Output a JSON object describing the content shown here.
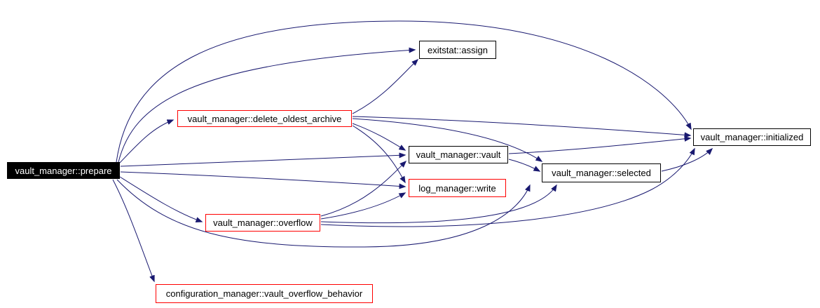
{
  "diagram": {
    "type": "doxygen-call-graph",
    "background_color": "#ffffff",
    "edge_color": "#191970",
    "node_border_color": "#000000",
    "truncated_node_border_color": "#ff0000",
    "root_node_fill": "#000000",
    "root_node_text_color": "#ffffff"
  },
  "nodes": [
    {
      "id": "prepare",
      "label": "vault_manager::prepare",
      "style": "root"
    },
    {
      "id": "assign",
      "label": "exitstat::assign",
      "style": "normal"
    },
    {
      "id": "delete_oldest_archive",
      "label": "vault_manager::delete_oldest_archive",
      "style": "truncated"
    },
    {
      "id": "vault",
      "label": "vault_manager::vault",
      "style": "normal"
    },
    {
      "id": "write",
      "label": "log_manager::write",
      "style": "truncated"
    },
    {
      "id": "overflow",
      "label": "vault_manager::overflow",
      "style": "truncated"
    },
    {
      "id": "selected",
      "label": "vault_manager::selected",
      "style": "normal"
    },
    {
      "id": "initialized",
      "label": "vault_manager::initialized",
      "style": "normal"
    },
    {
      "id": "vault_overflow_behavior",
      "label": "configuration_manager::vault_overflow_behavior",
      "style": "truncated"
    }
  ],
  "edges": [
    {
      "from": "prepare",
      "to": "assign"
    },
    {
      "from": "prepare",
      "to": "initialized"
    },
    {
      "from": "prepare",
      "to": "delete_oldest_archive"
    },
    {
      "from": "prepare",
      "to": "vault"
    },
    {
      "from": "prepare",
      "to": "write"
    },
    {
      "from": "prepare",
      "to": "overflow"
    },
    {
      "from": "prepare",
      "to": "selected"
    },
    {
      "from": "prepare",
      "to": "vault_overflow_behavior"
    },
    {
      "from": "delete_oldest_archive",
      "to": "assign"
    },
    {
      "from": "delete_oldest_archive",
      "to": "vault"
    },
    {
      "from": "delete_oldest_archive",
      "to": "write"
    },
    {
      "from": "delete_oldest_archive",
      "to": "selected"
    },
    {
      "from": "delete_oldest_archive",
      "to": "initialized"
    },
    {
      "from": "overflow",
      "to": "vault"
    },
    {
      "from": "overflow",
      "to": "write"
    },
    {
      "from": "overflow",
      "to": "selected"
    },
    {
      "from": "overflow",
      "to": "initialized"
    },
    {
      "from": "vault",
      "to": "selected"
    },
    {
      "from": "vault",
      "to": "initialized"
    },
    {
      "from": "selected",
      "to": "initialized"
    }
  ]
}
